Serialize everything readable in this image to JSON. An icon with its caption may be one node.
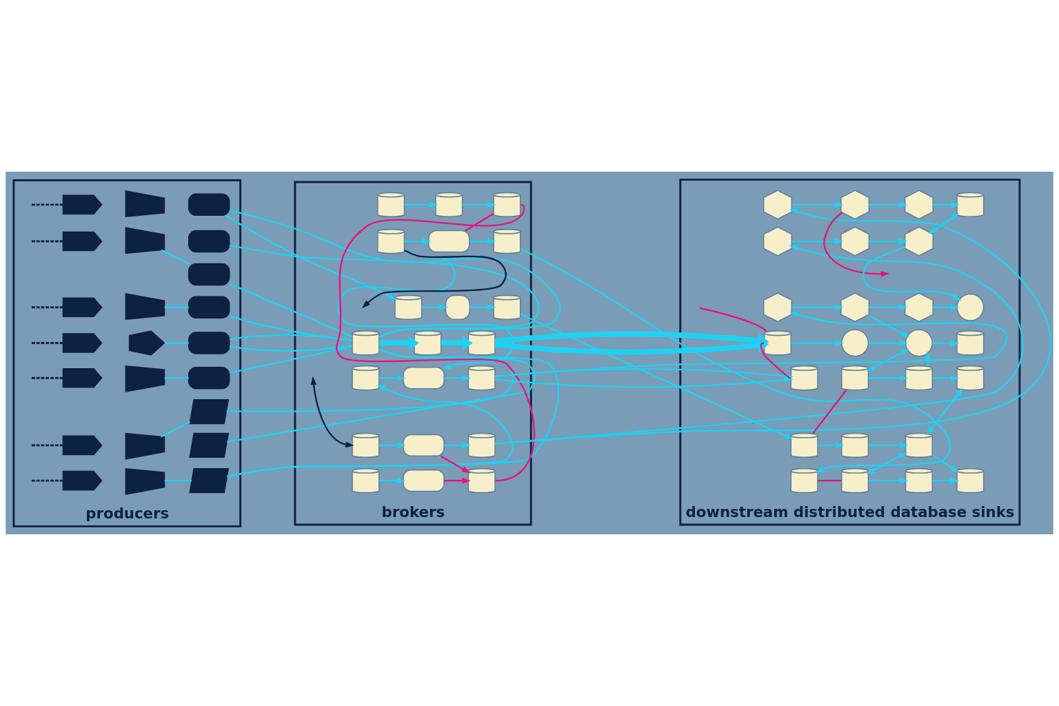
{
  "diagram": {
    "nodes": [
      {
        "text": [
          "producers"
        ]
      },
      {
        "text": [],
        "shape": "chevron",
        "in": 0
      },
      {
        "text": [],
        "shape": "chevron",
        "in": 0
      },
      {
        "text": [],
        "shape": "chevron",
        "in": 0
      },
      {
        "text": [],
        "shape": "chevron",
        "in": 0
      },
      {
        "text": [],
        "shape": "chevron",
        "in": 0
      },
      {
        "text": [],
        "shape": "chevron",
        "in": 0
      },
      {
        "text": [],
        "shape": "chevron",
        "in": 0
      },
      {
        "text": [],
        "shape": "trapezoid",
        "in": 0
      },
      {
        "text": [],
        "shape": "trapezoid",
        "in": 0
      },
      {
        "text": [],
        "shape": "trapezoid",
        "in": 0
      },
      {
        "text": [],
        "shape": "pentagon",
        "in": 0
      },
      {
        "text": [],
        "shape": "trapezoid",
        "in": 0
      },
      {
        "text": [],
        "shape": "trapezoid",
        "in": 0
      },
      {
        "text": [],
        "shape": "trapezoid",
        "in": 0
      },
      {
        "text": [],
        "shape": "box",
        "in": 0
      },
      {
        "text": [],
        "shape": "box",
        "in": 0
      },
      {
        "text": [],
        "shape": "box",
        "in": 0
      },
      {
        "text": [],
        "shape": "box",
        "in": 0
      },
      {
        "text": [],
        "shape": "box",
        "in": 0
      },
      {
        "text": [],
        "shape": "box",
        "in": 0
      },
      {
        "text": [],
        "shape": "trapezoid",
        "in": 0
      },
      {
        "text": [],
        "shape": "trapezoid",
        "in": 0
      },
      {
        "text": [],
        "shape": "trapezoid",
        "in": 0
      },
      {
        "text": [
          "brokers"
        ]
      },
      {
        "text": [],
        "shape": "cylinder",
        "in": 24
      },
      {
        "text": [],
        "shape": "cylinder",
        "in": 24
      },
      {
        "text": [],
        "shape": "cylinder",
        "in": 24
      },
      {
        "text": [],
        "shape": "cylinder",
        "in": 24
      },
      {
        "text": [],
        "shape": "cylinder",
        "in": 24
      },
      {
        "text": [],
        "shape": "cylinder",
        "in": 24
      },
      {
        "text": [],
        "shape": "cylinder",
        "in": 24
      },
      {
        "text": [],
        "shape": "cylinder",
        "in": 24
      },
      {
        "text": [],
        "shape": "box",
        "in": 24
      },
      {
        "text": [],
        "shape": "square",
        "in": 24
      },
      {
        "text": [],
        "shape": "cylinder",
        "in": 24
      },
      {
        "text": [],
        "shape": "box",
        "in": 24
      },
      {
        "text": [],
        "shape": "box",
        "in": 24
      },
      {
        "text": [],
        "shape": "box",
        "in": 24
      },
      {
        "text": [],
        "shape": "cylinder",
        "in": 24
      },
      {
        "text": [],
        "shape": "cylinder",
        "in": 24
      },
      {
        "text": [],
        "shape": "cylinder",
        "in": 24
      },
      {
        "text": [],
        "shape": "cylinder",
        "in": 24
      },
      {
        "text": [],
        "shape": "cylinder",
        "in": 24
      },
      {
        "text": [],
        "shape": "cylinder",
        "in": 24
      },
      {
        "text": [],
        "shape": "cylinder",
        "in": 24
      },
      {
        "text": [
          "downstream distributed database sinks"
        ]
      },
      {
        "text": [],
        "shape": "hexagon",
        "in": 46
      },
      {
        "text": [],
        "shape": "hexagon",
        "in": 46
      },
      {
        "text": [],
        "shape": "hexagon",
        "in": 46
      },
      {
        "text": [],
        "shape": "cylinder",
        "in": 46
      },
      {
        "text": [],
        "shape": "cylinder",
        "in": 46
      },
      {
        "text": [],
        "shape": "cylinder",
        "in": 46
      },
      {
        "text": [],
        "shape": "cylinder",
        "in": 46
      },
      {
        "text": [],
        "shape": "hexagon",
        "in": 46
      },
      {
        "text": [],
        "shape": "hexagon",
        "in": 46
      },
      {
        "text": [],
        "shape": "hexagon",
        "in": 46
      },
      {
        "text": [],
        "shape": "circle",
        "in": 46
      },
      {
        "text": [],
        "shape": "cylinder",
        "in": 46
      },
      {
        "text": [],
        "shape": "cylinder",
        "in": 46
      },
      {
        "text": [],
        "shape": "cylinder",
        "in": 46
      },
      {
        "text": [],
        "shape": "hexagon",
        "in": 46
      },
      {
        "text": [],
        "shape": "hexagon",
        "in": 46
      },
      {
        "text": [],
        "shape": "hexagon",
        "in": 46
      },
      {
        "text": [],
        "shape": "circle",
        "in": 46
      },
      {
        "text": [],
        "shape": "cylinder",
        "in": 46
      },
      {
        "text": [],
        "shape": "cylinder",
        "in": 46
      },
      {
        "text": [],
        "shape": "cylinder",
        "in": 46
      },
      {
        "text": [],
        "shape": "cylinder",
        "in": 46
      },
      {
        "text": [],
        "shape": "circle",
        "in": 46
      },
      {
        "text": [],
        "shape": "cylinder",
        "in": 46
      },
      {
        "text": [],
        "shape": "cylinder",
        "in": 46
      },
      {
        "text": [],
        "shape": "cylinder",
        "in": 46
      }
    ],
    "edges": [
      {
        "from": null,
        "to": 1,
        "arrow": "none",
        "style": "dashed",
        "color": "#0d2142"
      },
      {
        "from": null,
        "to": 2,
        "arrow": "none",
        "style": "dashed",
        "color": "#0d2142"
      },
      {
        "from": null,
        "to": 3,
        "arrow": "none",
        "style": "dashed",
        "color": "#0d2142"
      },
      {
        "from": null,
        "to": 4,
        "arrow": "none",
        "style": "dashed",
        "color": "#0d2142"
      },
      {
        "from": null,
        "to": 5,
        "arrow": "none",
        "style": "dashed",
        "color": "#0d2142"
      },
      {
        "from": null,
        "to": 6,
        "arrow": "none",
        "style": "dashed",
        "color": "#0d2142"
      },
      {
        "from": null,
        "to": 7,
        "arrow": "none",
        "style": "dashed",
        "color": "#0d2142"
      },
      {
        "from": 9,
        "to": 17,
        "arrow": "none"
      },
      {
        "from": 10,
        "to": 18,
        "arrow": "none"
      },
      {
        "from": 11,
        "to": 19,
        "arrow": "none"
      },
      {
        "from": 12,
        "to": 20,
        "arrow": "none"
      },
      {
        "from": 13,
        "to": 21,
        "arrow": "none"
      },
      {
        "from": 14,
        "to": 23,
        "arrow": "none"
      },
      {
        "from": 15,
        "to": 28,
        "arrow": "none"
      },
      {
        "from": 16,
        "to": 28,
        "arrow": "none"
      },
      {
        "from": 17,
        "to": 28,
        "arrow": "none"
      },
      {
        "from": 18,
        "to": 28,
        "arrow": "none"
      },
      {
        "from": 19,
        "to": 28,
        "arrow": "none"
      },
      {
        "from": 20,
        "to": 28,
        "arrow": "none"
      },
      {
        "from": 21,
        "to": 28,
        "arrow": "none"
      },
      {
        "from": 22,
        "to": 28,
        "arrow": "none"
      },
      {
        "from": 23,
        "to": 28,
        "arrow": "none"
      },
      {
        "from": 15,
        "to": 27,
        "arrow": "to"
      },
      {
        "from": 23,
        "to": 29,
        "arrow": "to"
      },
      {
        "from": 26,
        "to": null,
        "arrow": "to",
        "color": "#0d2142"
      },
      {
        "from": null,
        "to": 30,
        "arrow": "both",
        "color": "#0d2142"
      },
      {
        "from": 25,
        "to": 32,
        "arrow": "to"
      },
      {
        "from": 32,
        "to": 39,
        "arrow": "to"
      },
      {
        "from": 26,
        "to": 33,
        "arrow": "to"
      },
      {
        "from": 27,
        "to": 34,
        "arrow": "to"
      },
      {
        "from": 28,
        "to": 35,
        "arrow": "to",
        "style": "thick"
      },
      {
        "from": 29,
        "to": 36,
        "arrow": "to"
      },
      {
        "from": 30,
        "to": 37,
        "arrow": "to"
      },
      {
        "from": 31,
        "to": 38,
        "arrow": "to"
      },
      {
        "from": 26,
        "to": 36,
        "arrow": "to"
      },
      {
        "from": 33,
        "to": 40,
        "arrow": "to"
      },
      {
        "from": 34,
        "to": 41,
        "arrow": "to"
      },
      {
        "from": 35,
        "to": 42,
        "arrow": "to",
        "style": "thick"
      },
      {
        "from": 36,
        "to": 43,
        "arrow": "to"
      },
      {
        "from": 37,
        "to": 44,
        "arrow": "to"
      },
      {
        "from": 38,
        "to": 45,
        "arrow": "to",
        "color": "#e8127a"
      },
      {
        "from": 33,
        "to": 39,
        "arrow": "none",
        "color": "#e8127a"
      },
      {
        "from": 39,
        "to": 45,
        "arrow": "none",
        "color": "#e8127a"
      },
      {
        "from": 37,
        "to": 45,
        "arrow": "to",
        "color": "#e8127a"
      },
      {
        "from": 40,
        "to": 53,
        "arrow": "to"
      },
      {
        "from": 41,
        "to": 52,
        "arrow": "to"
      },
      {
        "from": 42,
        "to": 50,
        "arrow": "to",
        "style": "thick"
      },
      {
        "from": 43,
        "to": 51,
        "arrow": "to"
      },
      {
        "from": 43,
        "to": 49,
        "arrow": "to"
      },
      {
        "from": 44,
        "to": 48,
        "arrow": "to"
      },
      {
        "from": 44,
        "to": 47,
        "arrow": "to"
      },
      {
        "from": 47,
        "to": 54,
        "arrow": "to"
      },
      {
        "from": 54,
        "to": 61,
        "arrow": "to"
      },
      {
        "from": 61,
        "to": 68,
        "arrow": "to"
      },
      {
        "from": 48,
        "to": 55,
        "arrow": "to"
      },
      {
        "from": 55,
        "to": 62,
        "arrow": "to"
      },
      {
        "from": 62,
        "to": 68,
        "arrow": "both"
      },
      {
        "from": 62,
        "to": 69,
        "arrow": "to"
      },
      {
        "from": 49,
        "to": 56,
        "arrow": "to"
      },
      {
        "from": 56,
        "to": 63,
        "arrow": "to"
      },
      {
        "from": 63,
        "to": 69,
        "arrow": "to"
      },
      {
        "from": 54,
        "to": null,
        "arrow": "to",
        "color": "#e8127a"
      },
      {
        "from": 56,
        "to": 64,
        "arrow": "to"
      },
      {
        "from": 50,
        "to": 57,
        "arrow": "to"
      },
      {
        "from": 57,
        "to": 64,
        "arrow": "to"
      },
      {
        "from": 64,
        "to": 70,
        "arrow": "to"
      },
      {
        "from": null,
        "to": 50,
        "arrow": "none",
        "color": "#e8127a"
      },
      {
        "from": 50,
        "to": 51,
        "arrow": "none",
        "color": "#e8127a"
      },
      {
        "from": 58,
        "to": 64,
        "arrow": "both"
      },
      {
        "from": 65,
        "to": 64,
        "arrow": "to"
      },
      {
        "from": 52,
        "to": 58,
        "arrow": "none",
        "color": "#e8127a"
      },
      {
        "from": 52,
        "to": 59,
        "arrow": "to"
      },
      {
        "from": 58,
        "to": 65,
        "arrow": "to"
      },
      {
        "from": 65,
        "to": 71,
        "arrow": "to"
      },
      {
        "from": 59,
        "to": 66,
        "arrow": "to"
      },
      {
        "from": 66,
        "to": 71,
        "arrow": "both"
      },
      {
        "from": 60,
        "to": 66,
        "arrow": "both"
      },
      {
        "from": 66,
        "to": 72,
        "arrow": "to"
      },
      {
        "from": 53,
        "to": 60,
        "arrow": "none",
        "color": "#e8127a"
      },
      {
        "from": 60,
        "to": 67,
        "arrow": "to"
      },
      {
        "from": 67,
        "to": 72,
        "arrow": "to"
      }
    ]
  }
}
